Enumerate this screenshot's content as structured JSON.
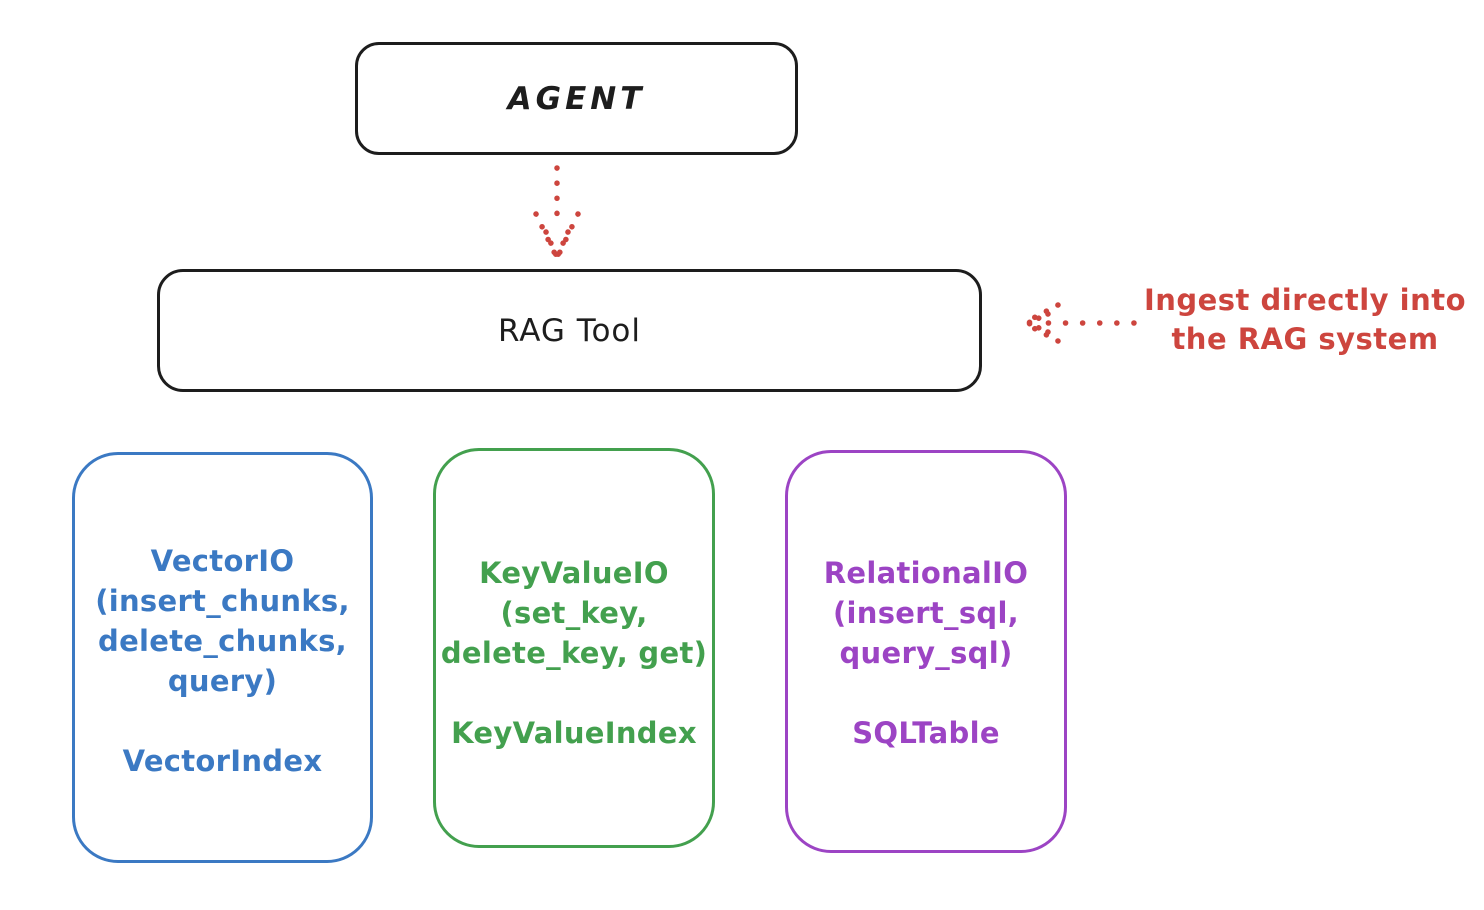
{
  "colors": {
    "ink": "#1d1d1d",
    "red": "#cd453e",
    "blue": "#3b79c3",
    "green": "#43a04e",
    "purple": "#9c44c4"
  },
  "agent": {
    "label": "AGENT"
  },
  "rag_tool": {
    "label": "RAG Tool"
  },
  "annotation": {
    "line1": "Ingest directly into",
    "line2": "the RAG system"
  },
  "arrows": [
    {
      "name": "agent-to-rag-arrow",
      "style": "dotted",
      "color": "#cd453e",
      "direction": "down"
    },
    {
      "name": "ingest-into-rag-arrow",
      "style": "dotted",
      "color": "#cd453e",
      "direction": "left"
    }
  ],
  "backends": [
    {
      "id": "vector-io",
      "lines": [
        "VectorIO",
        "(insert_chunks,",
        "delete_chunks,",
        "query)"
      ],
      "index_label": "VectorIndex",
      "color": "#3b79c3"
    },
    {
      "id": "keyvalue-io",
      "lines": [
        "KeyValueIO",
        "(set_key,",
        "delete_key, get)"
      ],
      "index_label": "KeyValueIndex",
      "color": "#43a04e"
    },
    {
      "id": "relational-io",
      "lines": [
        "RelationalIO",
        "(insert_sql,",
        "query_sql)"
      ],
      "index_label": "SQLTable",
      "color": "#9c44c4"
    }
  ]
}
